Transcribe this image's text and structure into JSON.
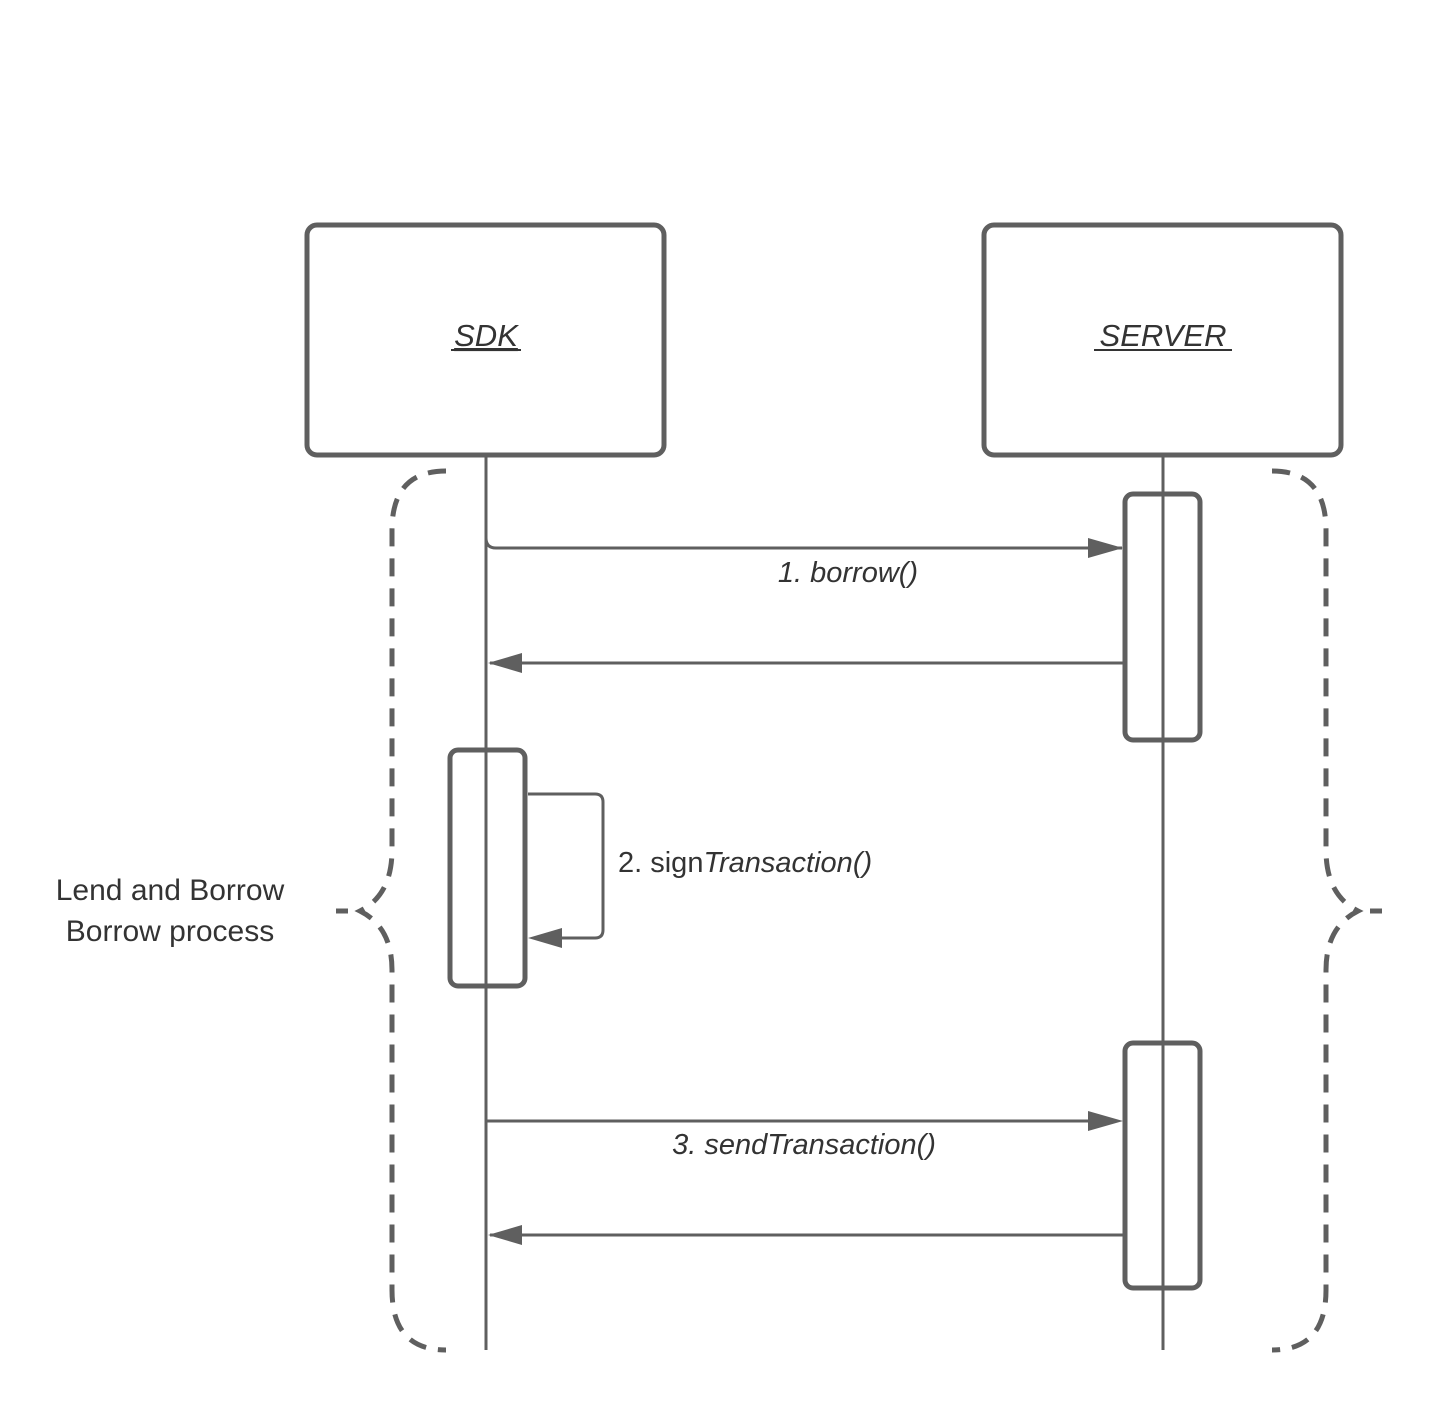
{
  "diagram": {
    "type": "sequence",
    "colors": {
      "line": "#5f5f5f",
      "text": "#333333",
      "background": "#ffffff"
    },
    "participants": [
      {
        "id": "sdk",
        "label": "SDK"
      },
      {
        "id": "server",
        "label": "SERVER"
      }
    ],
    "messages": [
      {
        "id": "m1",
        "from": "sdk",
        "to": "server",
        "label": "1. borrow()",
        "kind": "call"
      },
      {
        "id": "m1r",
        "from": "server",
        "to": "sdk",
        "label": "",
        "kind": "return"
      },
      {
        "id": "m2",
        "from": "sdk",
        "to": "sdk",
        "label_prefix": "2. sign",
        "label_italic": "Transaction()",
        "kind": "self"
      },
      {
        "id": "m3",
        "from": "sdk",
        "to": "server",
        "label": "3. sendTransaction()",
        "kind": "call"
      },
      {
        "id": "m3r",
        "from": "server",
        "to": "sdk",
        "label": "",
        "kind": "return"
      }
    ],
    "group": {
      "label_line1": "Lend and Borrow",
      "label_line2": "Borrow process"
    }
  }
}
